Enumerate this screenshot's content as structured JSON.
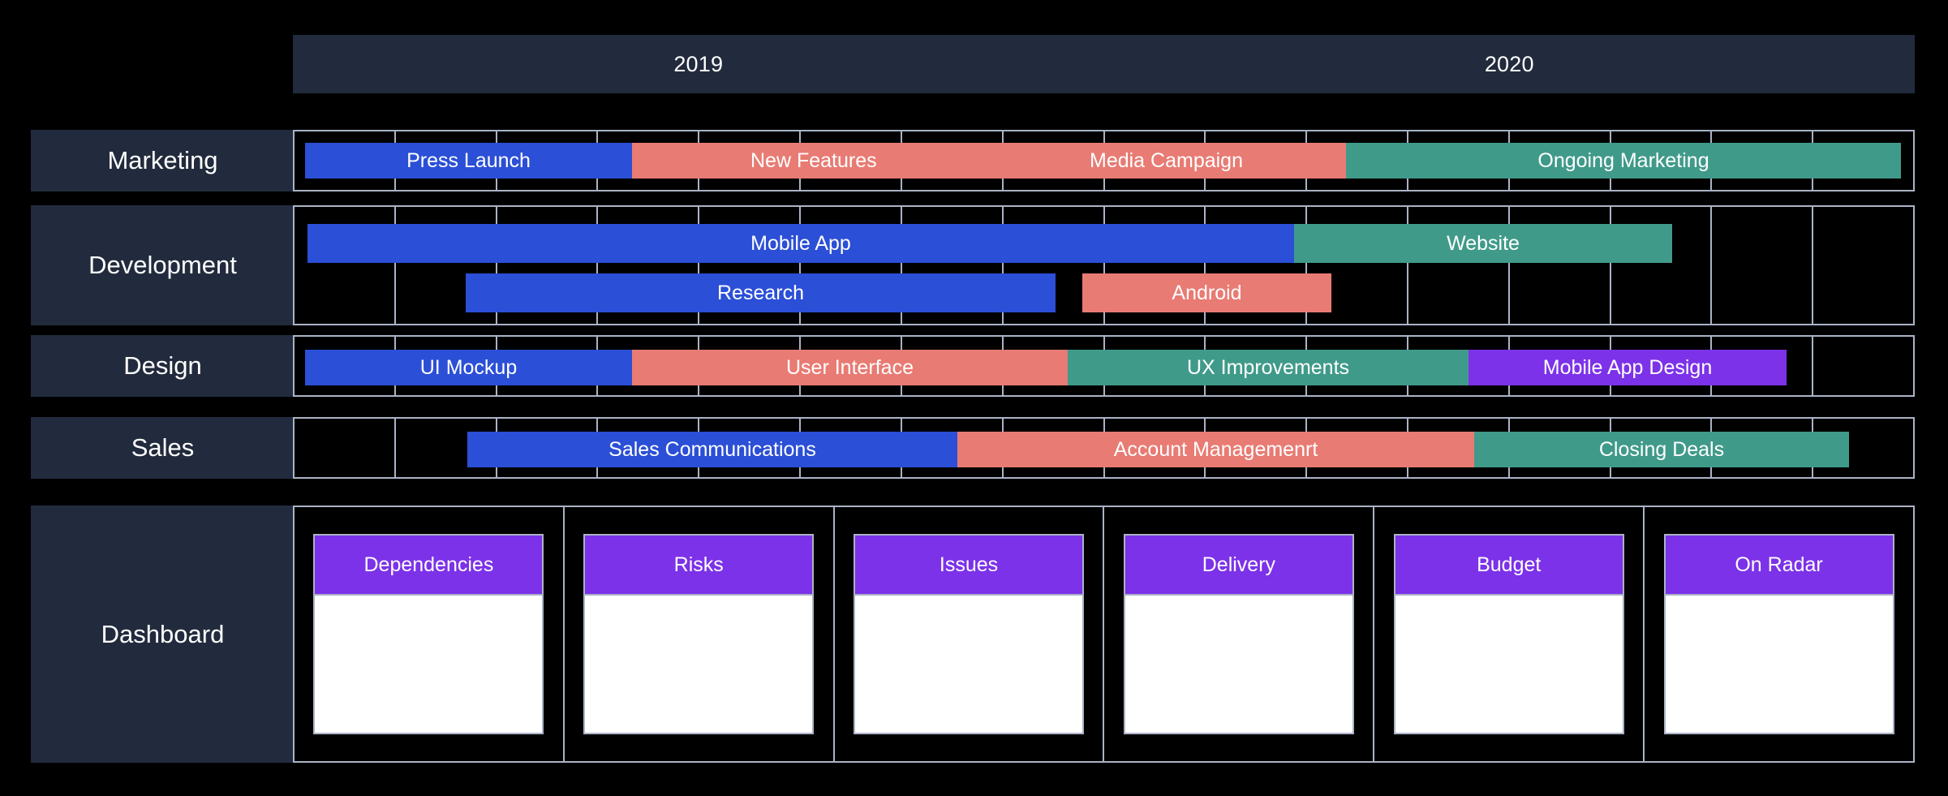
{
  "chart_data": {
    "type": "bar",
    "title": "Project Roadmap Gantt Chart",
    "xlabel": "",
    "ylabel": "",
    "timeline": {
      "years": [
        "2019",
        "2020"
      ],
      "columns": 16,
      "column_count_per_year": 8,
      "axis_start": 0,
      "axis_end": 16
    },
    "colors": {
      "blue": "#2b4fd6",
      "salmon": "#e87b73",
      "teal": "#409a8a",
      "purple": "#7c32e8",
      "panel": "#222b3d",
      "grid_line": "#aab3c5",
      "background": "#000000",
      "card_body": "#ffffff",
      "text": "#ffffff"
    },
    "swimlanes": [
      {
        "name": "Marketing",
        "lanes": [
          {
            "tasks": [
              {
                "label": "Press Launch",
                "color": "blue",
                "start": 0.1,
                "end": 2.18
              },
              {
                "label": "New Features",
                "color": "salmon",
                "start": 2.18,
                "end": 6.65
              },
              {
                "label": "Media Campaign",
                "color": "salmon",
                "start": 6.65,
                "end": 6.66
              },
              {
                "label": "Ongoing Marketing",
                "color": "teal",
                "start": 6.66,
                "end": 15.8
              }
            ]
          }
        ]
      },
      {
        "name": "Development",
        "lanes": [
          {
            "tasks": [
              {
                "label": "Mobile App",
                "color": "blue",
                "start": 0.12,
                "end": 6.52
              },
              {
                "label": "Website",
                "color": "teal",
                "start": 6.52,
                "end": 8.93
              }
            ]
          },
          {
            "tasks": [
              {
                "label": "Research",
                "color": "blue",
                "start": 1.16,
                "end": 4.96
              },
              {
                "label": "Android",
                "color": "salmon",
                "start": 5.13,
                "end": 6.73
              }
            ]
          }
        ]
      },
      {
        "name": "Design",
        "lanes": [
          {
            "tasks": [
              {
                "label": "UI Mockup",
                "color": "blue",
                "start": 0.1,
                "end": 2.18
              },
              {
                "label": "User Interface",
                "color": "salmon",
                "start": 2.18,
                "end": 5.0
              },
              {
                "label": "UX Improvements",
                "color": "teal",
                "start": 5.0,
                "end": 7.6
              },
              {
                "label": "Mobile App Design",
                "color": "purple",
                "start": 7.6,
                "end": 9.66
              }
            ]
          }
        ]
      },
      {
        "name": "Sales",
        "lanes": [
          {
            "tasks": [
              {
                "label": "Sales Communications",
                "color": "blue",
                "start": 1.17,
                "end": 4.32
              },
              {
                "label": "Account Managemenrt",
                "color": "salmon",
                "start": 4.32,
                "end": 7.63
              },
              {
                "label": "Closing Deals",
                "color": "teal",
                "start": 7.63,
                "end": 10.0
              }
            ]
          }
        ]
      }
    ],
    "dashboard": {
      "name": "Dashboard",
      "cards": [
        {
          "title": "Dependencies",
          "body": ""
        },
        {
          "title": "Risks",
          "body": ""
        },
        {
          "title": "Issues",
          "body": ""
        },
        {
          "title": "Delivery",
          "body": ""
        },
        {
          "title": "Budget",
          "body": ""
        },
        {
          "title": "On Radar",
          "body": ""
        }
      ]
    }
  },
  "header": {
    "years": [
      {
        "label": "2019"
      },
      {
        "label": "2020"
      }
    ]
  },
  "rows": [
    {
      "label": "Marketing"
    },
    {
      "label": "Development"
    },
    {
      "label": "Design"
    },
    {
      "label": "Sales"
    },
    {
      "label": "Dashboard"
    }
  ],
  "bars": {
    "marketing": [
      {
        "label": "Press Launch"
      },
      {
        "label": "New Features"
      },
      {
        "label": "Media Campaign"
      },
      {
        "label": "Ongoing Marketing"
      }
    ],
    "development_top": [
      {
        "label": "Mobile App"
      },
      {
        "label": "Website"
      }
    ],
    "development_bottom": [
      {
        "label": "Research"
      },
      {
        "label": "Android"
      }
    ],
    "design": [
      {
        "label": "UI Mockup"
      },
      {
        "label": "User Interface"
      },
      {
        "label": "UX Improvements"
      },
      {
        "label": "Mobile App Design"
      }
    ],
    "sales": [
      {
        "label": "Sales Communications"
      },
      {
        "label": "Account Managemenrt"
      },
      {
        "label": "Closing Deals"
      }
    ]
  },
  "dashboard": {
    "cards": [
      {
        "title": "Dependencies"
      },
      {
        "title": "Risks"
      },
      {
        "title": "Issues"
      },
      {
        "title": "Delivery"
      },
      {
        "title": "Budget"
      },
      {
        "title": "On Radar"
      }
    ]
  }
}
